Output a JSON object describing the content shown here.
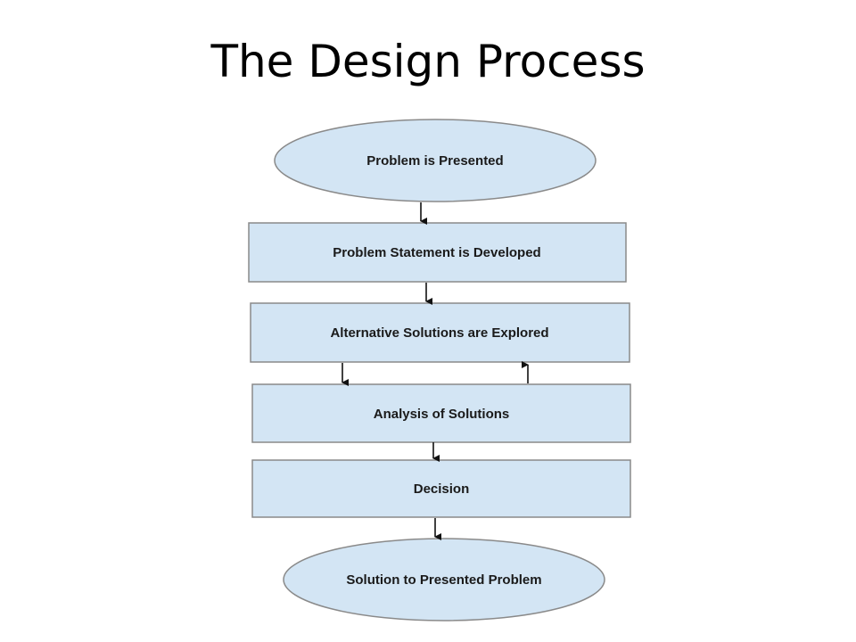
{
  "slide": {
    "title": "The Design Process"
  },
  "colors": {
    "node_fill": "#d3e5f4",
    "node_stroke": "#8a8a8a",
    "arrow": "#111111"
  },
  "flowchart": {
    "nodes": [
      {
        "id": "problem-presented",
        "shape": "ellipse",
        "label": "Problem is Presented"
      },
      {
        "id": "problem-statement",
        "shape": "rect",
        "label": "Problem Statement is Developed"
      },
      {
        "id": "alternative-solutions",
        "shape": "rect",
        "label": "Alternative Solutions are Explored"
      },
      {
        "id": "analysis",
        "shape": "rect",
        "label": "Analysis of Solutions"
      },
      {
        "id": "decision",
        "shape": "rect",
        "label": "Decision"
      },
      {
        "id": "solution",
        "shape": "ellipse",
        "label": "Solution to Presented Problem"
      }
    ],
    "edges": [
      {
        "from": "problem-presented",
        "to": "problem-statement"
      },
      {
        "from": "problem-statement",
        "to": "alternative-solutions"
      },
      {
        "from": "alternative-solutions",
        "to": "analysis"
      },
      {
        "from": "analysis",
        "to": "alternative-solutions"
      },
      {
        "from": "analysis",
        "to": "decision"
      },
      {
        "from": "decision",
        "to": "solution"
      }
    ]
  }
}
